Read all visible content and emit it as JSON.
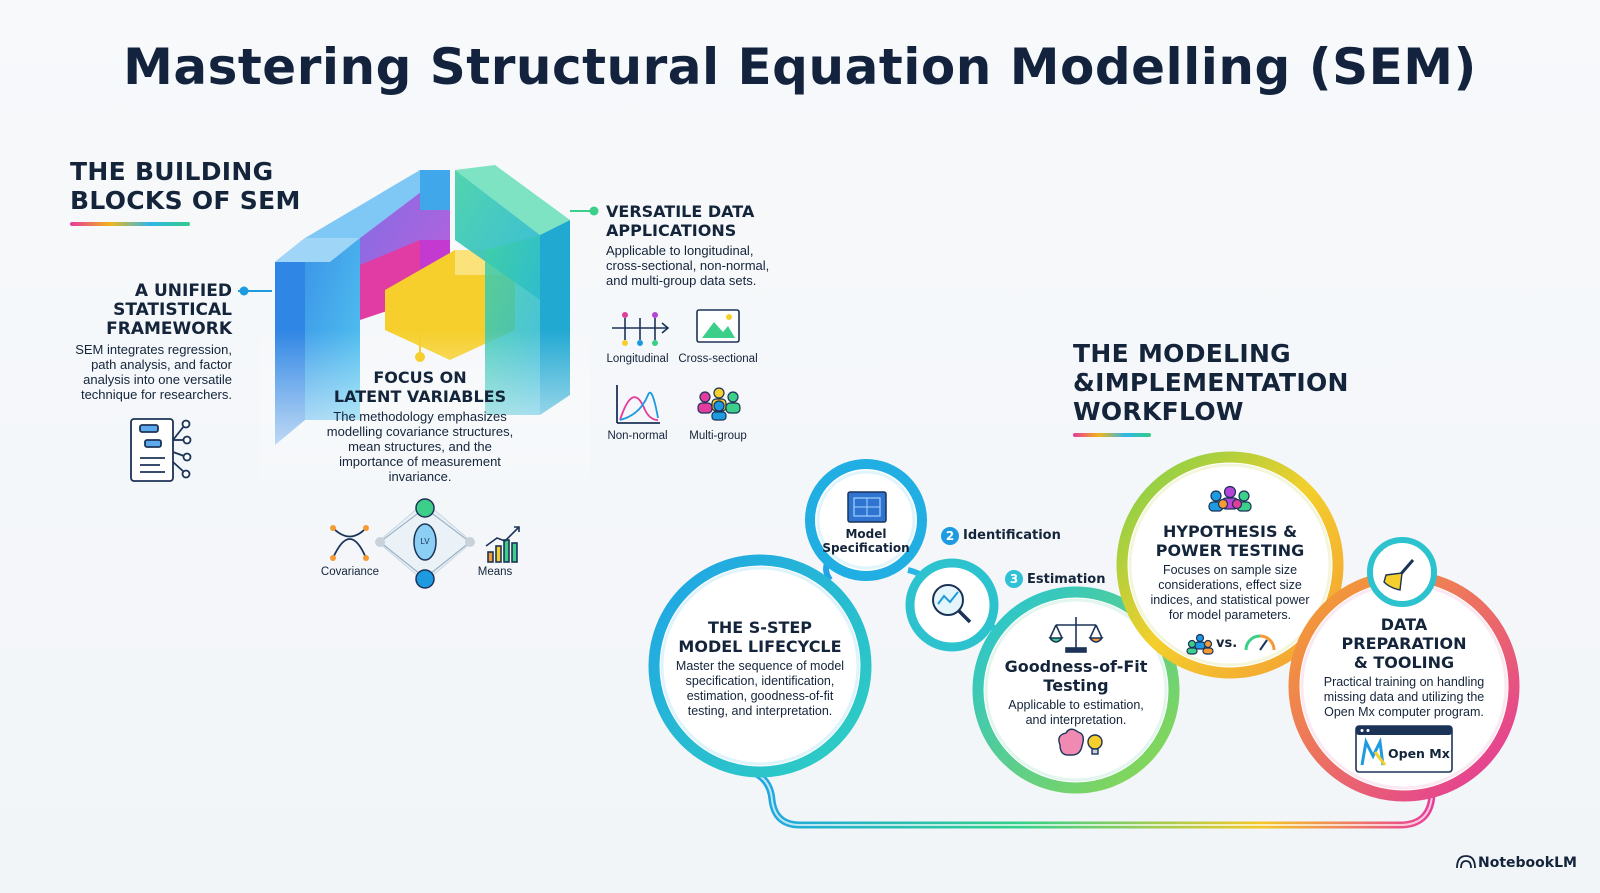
{
  "title": "Mastering Structural Equation Modelling (SEM)",
  "building_blocks": {
    "heading_line1": "THE BUILDING",
    "heading_line2": "BLOCKS OF SEM",
    "unified": {
      "title_line1": "A UNIFIED",
      "title_line2": "STATISTICAL",
      "title_line3": "FRAMEWORK",
      "body_lines": [
        "SEM integrates regression,",
        "path analysis, and factor",
        "analysis into one versatile",
        "technique for researchers."
      ]
    },
    "latent": {
      "title_line1": "FOCUS ON",
      "title_line2": "LATENT VARIABLES",
      "body_lines": [
        "The methodology emphasizes",
        "modelling covariance structures,",
        "mean structures, and the",
        "importance of measurement",
        "invariance."
      ],
      "icon_labels": {
        "covariance": "Covariance",
        "means": "Means",
        "latent_node": "LV"
      }
    },
    "versatile": {
      "title_line1": "VERSATILE DATA",
      "title_line2": "APPLICATIONS",
      "body_lines": [
        "Applicable to longitudinal,",
        "cross-sectional, non-normal,",
        "and multi-group data sets."
      ],
      "types": [
        "Longitudinal",
        "Cross-sectional",
        "Non-normal",
        "Multi-group"
      ]
    }
  },
  "workflow": {
    "heading_line1": "THE MODELING",
    "heading_line2": "&IMPLEMENTATION",
    "heading_line3": "WORKFLOW",
    "lifecycle": {
      "title_line1": "THE S-STEP",
      "title_line2": "MODEL LIFECYCLE",
      "body_lines": [
        "Master the sequence of model",
        "specification, identification,",
        "estimation, goodness-of-fit",
        "testing, and interpretation."
      ]
    },
    "model_spec": {
      "line1": "Model",
      "line2": "Specification"
    },
    "steps": [
      {
        "num": "2",
        "label": "Identification"
      },
      {
        "num": "3",
        "label": "Estimation"
      }
    ],
    "goodness": {
      "title_line1": "Goodness-of-Fit",
      "title_line2": "Testing",
      "body_lines": [
        "Applicable to estimation,",
        "and interpretation."
      ]
    },
    "hypothesis": {
      "title_line1": "HYPOTHESIS &",
      "title_line2": "POWER TESTING",
      "body_lines": [
        "Focuses on sample size",
        "considerations, effect size",
        "indices, and statistical power",
        "for model parameters."
      ],
      "vs_label": "vs."
    },
    "data_prep": {
      "title_line1": "DATA",
      "title_line2": "PREPARATION",
      "title_line3": "& TOOLING",
      "body_lines": [
        "Practical training on handling",
        "missing data and utilizing the",
        "Open Mx computer program."
      ],
      "program_label": "Open Mx"
    }
  },
  "footer": {
    "brand": "NotebookLM"
  },
  "colors": {
    "blue": "#1e9be0",
    "cyan": "#2fc1d6",
    "green": "#3bcf8a",
    "yellow": "#f6c928",
    "magenta": "#e23d9c",
    "navy": "#14243a"
  }
}
